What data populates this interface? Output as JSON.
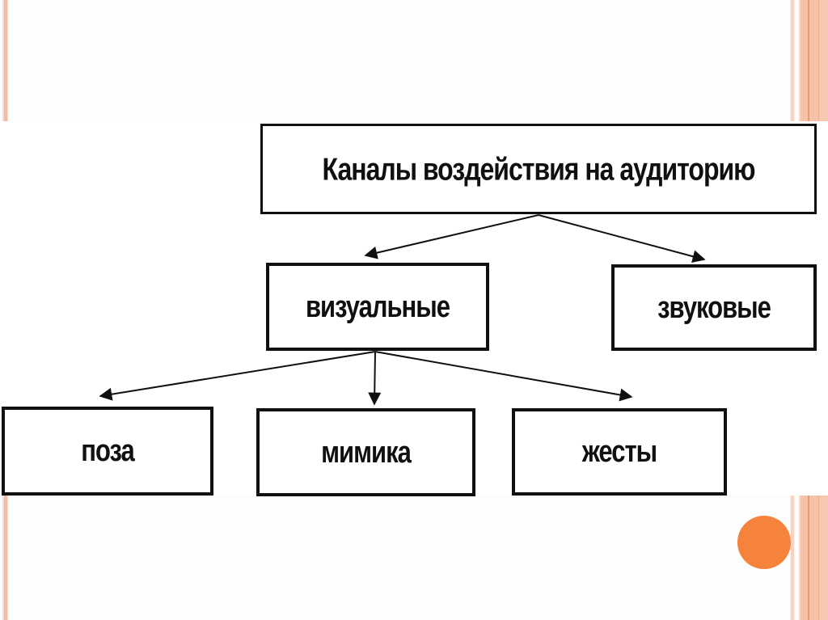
{
  "slide": {
    "diagram": {
      "root": {
        "label": "Каналы воздействия на аудиторию"
      },
      "level2": [
        {
          "label": "визуальные"
        },
        {
          "label": "звуковые"
        }
      ],
      "level3": [
        {
          "label": "поза"
        },
        {
          "label": "мимика"
        },
        {
          "label": "жесты"
        }
      ]
    },
    "decor": {
      "circle_color": "#F5833C",
      "stripe_light": "#FBDDD1",
      "stripe_medium": "#F5BCA4",
      "stripe_accent": "#EA9C66",
      "box_border_color": "#101010",
      "arrow_color": "#101010",
      "background_color": "#FFFFFF"
    }
  }
}
